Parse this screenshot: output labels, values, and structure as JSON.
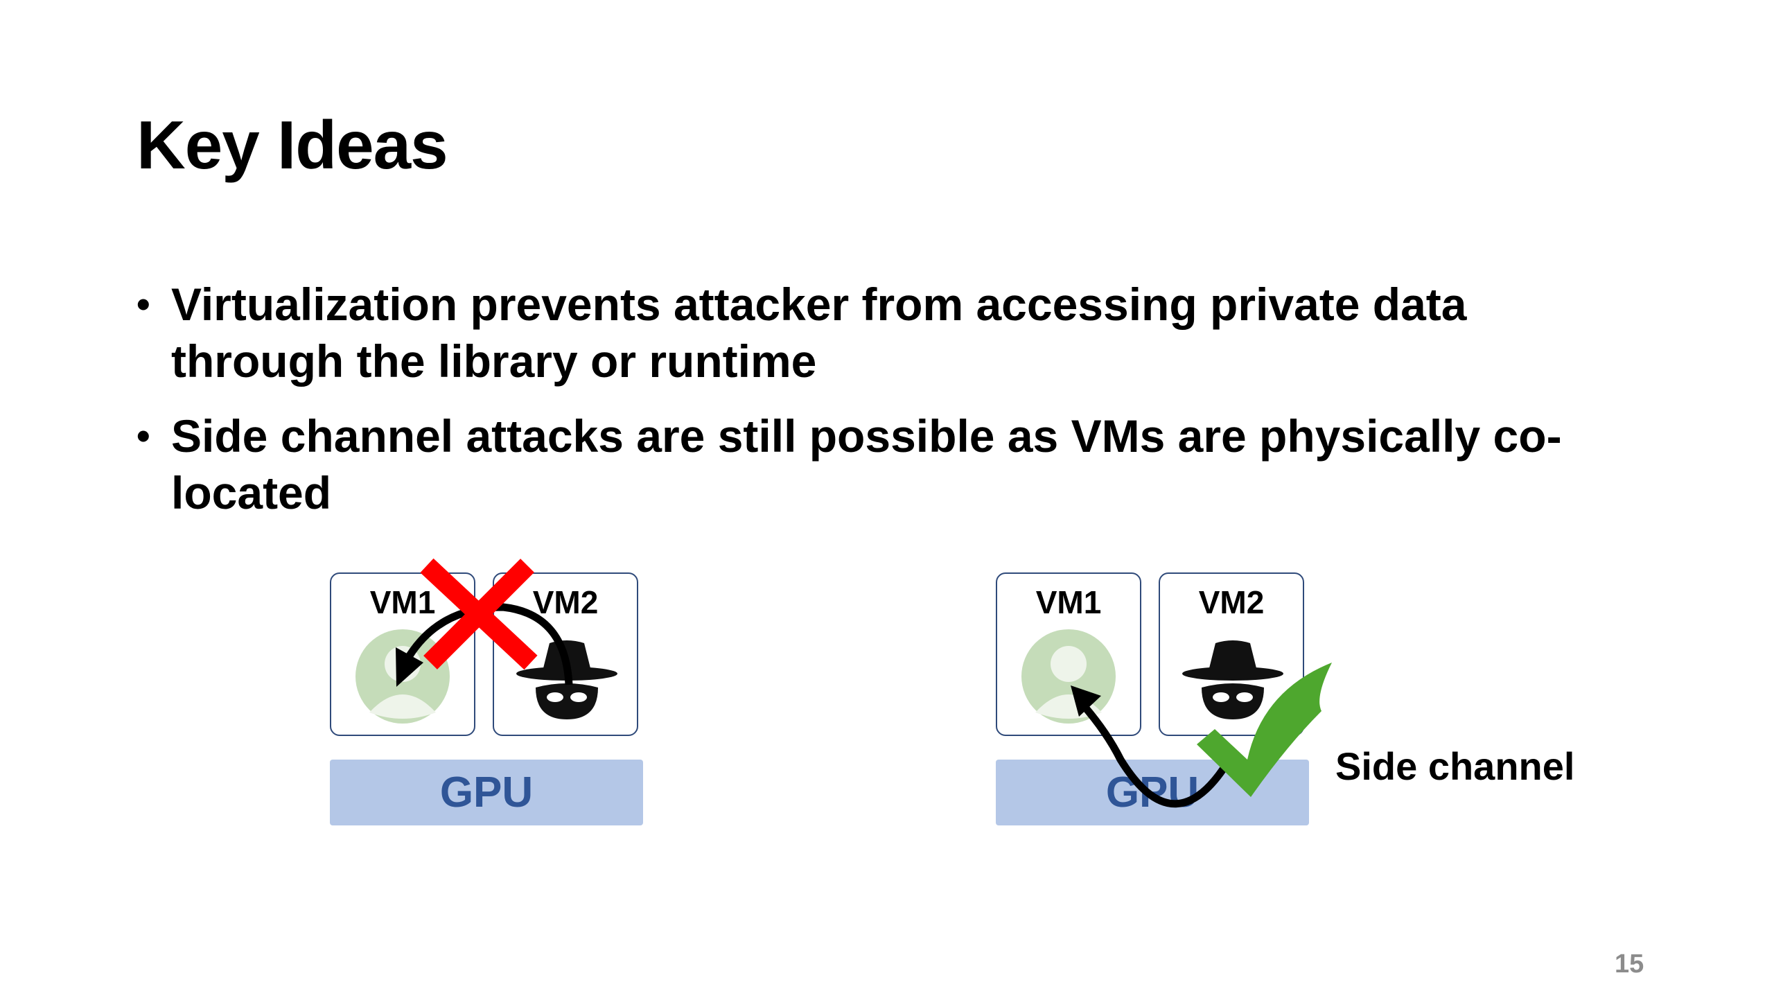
{
  "slide": {
    "title": "Key Ideas",
    "bullets": [
      "Virtualization prevents attacker from accessing private data through the library or runtime",
      "Side channel attacks are still possible as VMs are physically co-located"
    ],
    "bullet_glyph": "•",
    "page_number": "15"
  },
  "diagram_left": {
    "vm1_label": "VM1",
    "vm2_label": "VM2",
    "gpu_label": "GPU",
    "icons": [
      "user-icon",
      "spy-icon",
      "curved-arrow-icon",
      "red-cross-icon"
    ]
  },
  "diagram_right": {
    "vm1_label": "VM1",
    "vm2_label": "VM2",
    "gpu_label": "GPU",
    "annotation": "Side channel",
    "icons": [
      "user-icon",
      "spy-icon",
      "curved-arrow-icon",
      "green-check-icon"
    ]
  },
  "colors": {
    "gpu_fill": "#b4c7e7",
    "gpu_text": "#2f5597",
    "vm_border": "#2f4a7a",
    "cross": "#ff0000",
    "check": "#4ea72e",
    "page_number": "#8c8c8c"
  }
}
